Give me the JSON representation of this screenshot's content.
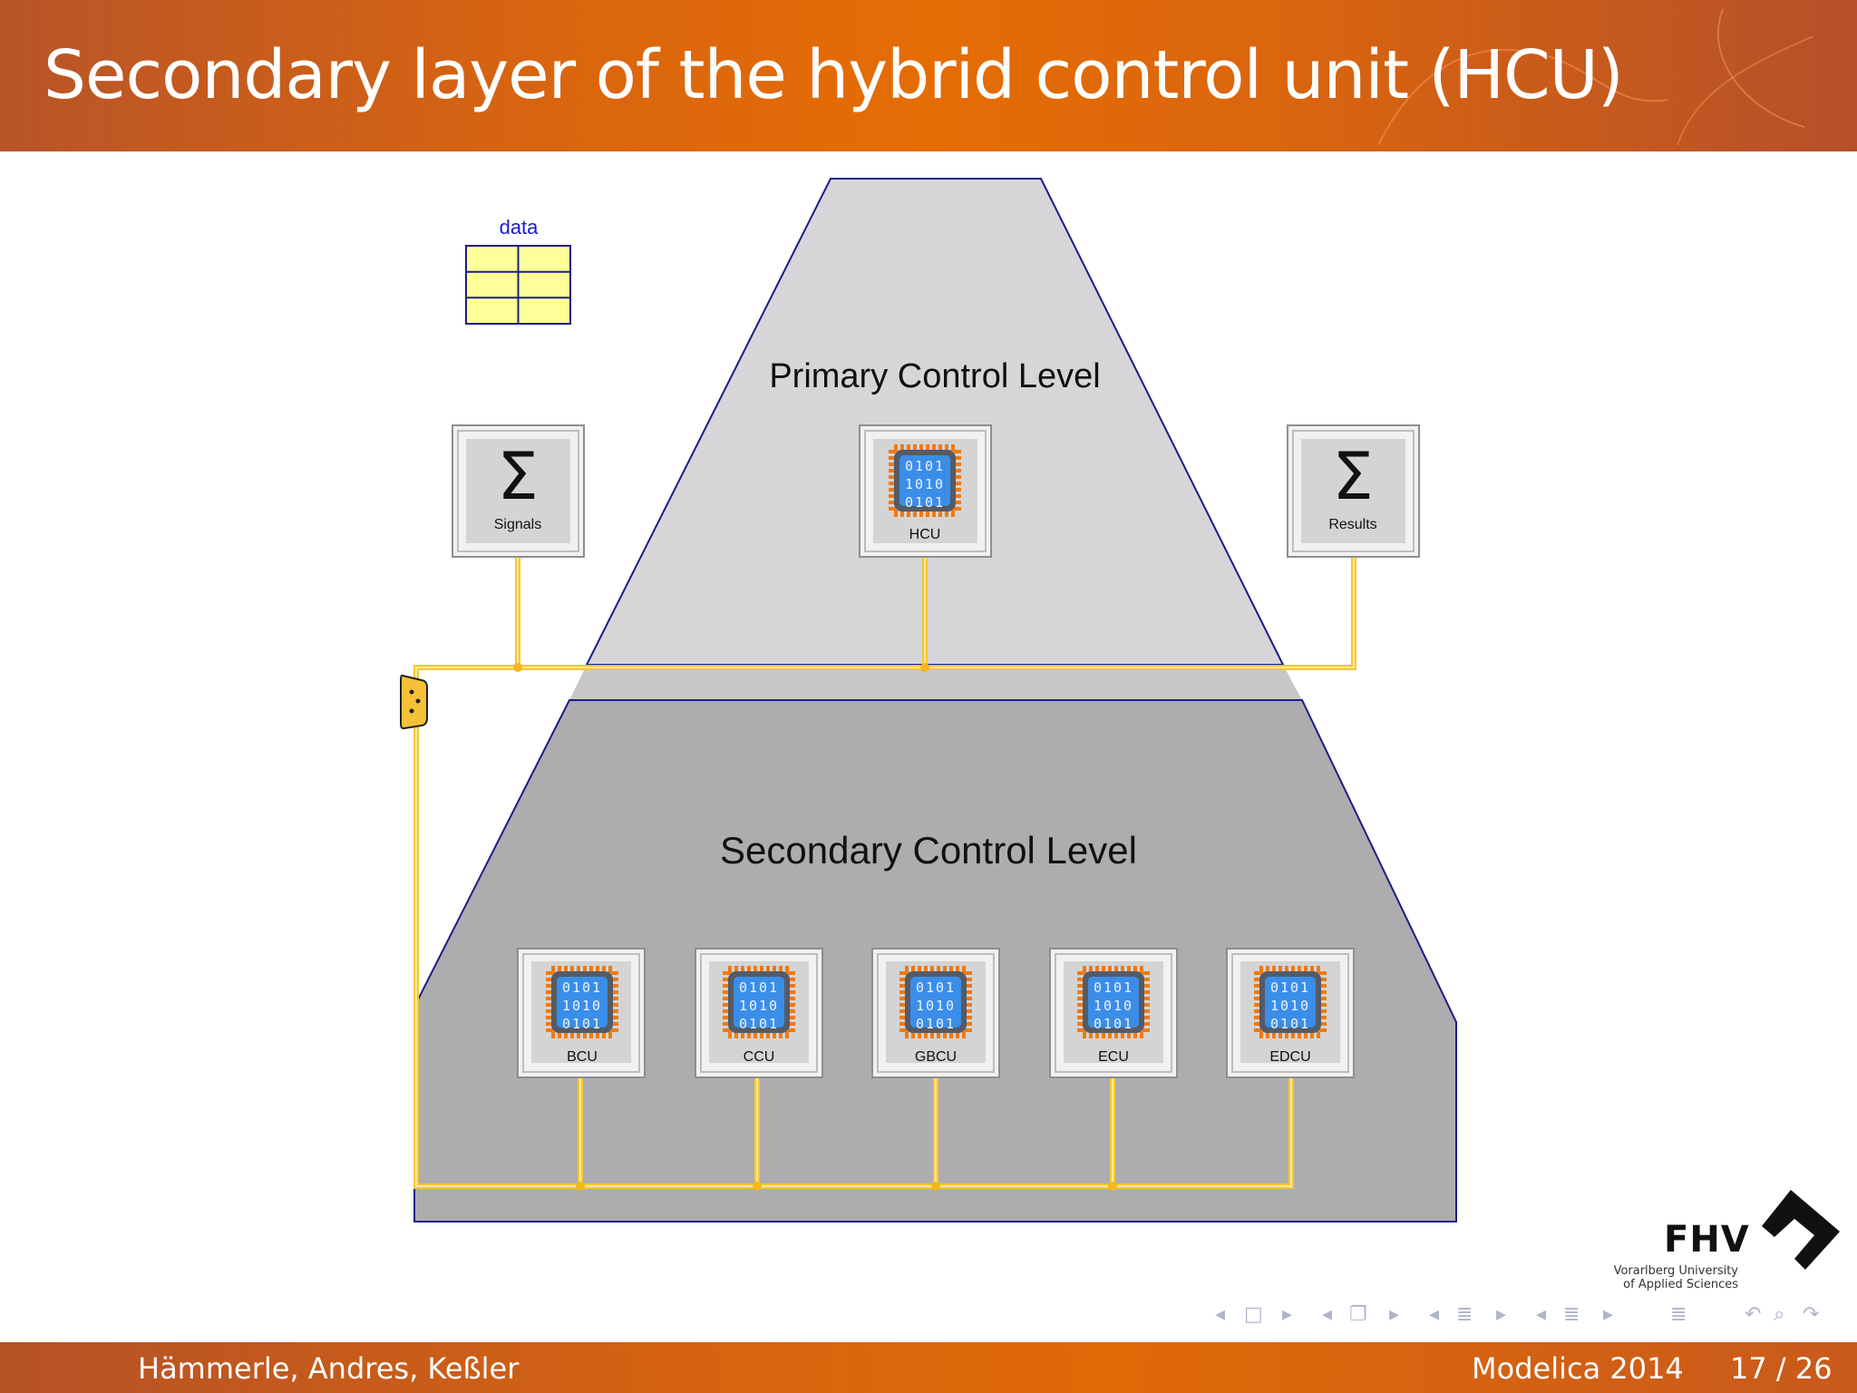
{
  "slide": {
    "title": "Secondary layer of the hybrid control unit (HCU)"
  },
  "diagram": {
    "data_label": "data",
    "primary_level": "Primary Control Level",
    "secondary_level": "Secondary Control Level",
    "chip_bits": [
      "0101",
      "1010",
      "0101"
    ],
    "sum_symbol": "Σ",
    "top_blocks": {
      "signals": "Signals",
      "hcu": "HCU",
      "results": "Results"
    },
    "bottom_blocks": [
      "BCU",
      "CCU",
      "GBCU",
      "ECU",
      "EDCU"
    ],
    "colors": {
      "primary_fill": "#d6d6d9",
      "secondary_fill": "#adadaf",
      "outline": "#1c1c8a",
      "bus": "#f6c82f",
      "connector": "#f4c138",
      "table_fill": "#ffff99",
      "chip_blue": "#3b8ee8",
      "chip_pins": "#f07a10"
    }
  },
  "logo": {
    "name": "FHV",
    "line1": "Vorarlberg University",
    "line2": "of Applied Sciences"
  },
  "footer": {
    "authors": "Hämmerle, Andres, Keßler",
    "conference": "Modelica 2014",
    "page": "17 / 26"
  },
  "nav": {
    "icons": [
      "left-arrow-icon",
      "frame-icon",
      "right-arrow-icon",
      "left-arrow-icon",
      "subsection-icon",
      "right-arrow-icon",
      "left-arrow-icon",
      "section-icon",
      "right-arrow-icon",
      "left-arrow-icon",
      "slide-list-icon",
      "right-arrow-icon",
      "align-icon",
      "back-icon",
      "search-icon",
      "forward-icon"
    ]
  }
}
